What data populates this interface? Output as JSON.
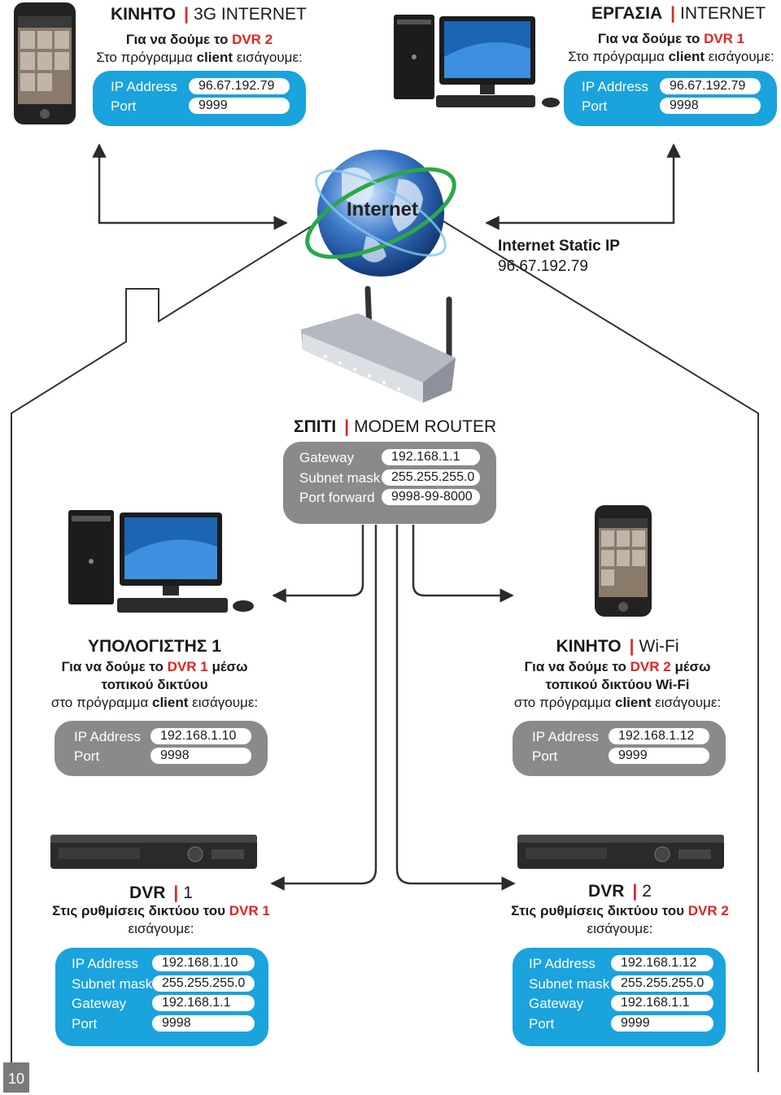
{
  "mobile_3g": {
    "title": "ΚΙΝΗΤΟ",
    "subtitle": "3G INTERNET",
    "line1_pre": "Για να δούμε το ",
    "line1_red": "DVR 2",
    "line2_pre": "Στο πρόγραμμα ",
    "line2_bold": "client",
    "line2_post": " εισάγουμε:",
    "ip_label": "IP Address",
    "ip_value": "96.67.192.79",
    "port_label": "Port",
    "port_value": "9999"
  },
  "work_internet": {
    "title": "ΕΡΓΑΣΙΑ",
    "subtitle": "INTERNET",
    "line1_pre": "Για να δούμε το ",
    "line1_red": "DVR 1",
    "line2_pre": "Στο πρόγραμμα ",
    "line2_bold": "client",
    "line2_post": " εισάγουμε:",
    "ip_label": "IP Address",
    "ip_value": "96.67.192.79",
    "port_label": "Port",
    "port_value": "9998"
  },
  "internet": {
    "globe_label": "Internet",
    "static_ip_label": "Internet Static IP",
    "static_ip_value": "96.67.192.79"
  },
  "router": {
    "title": "ΣΠΙΤΙ",
    "subtitle": "MODEM ROUTER",
    "gateway_label": "Gateway",
    "gateway_value": "192.168.1.1",
    "subnet_label": "Subnet mask",
    "subnet_value": "255.255.255.0",
    "port_forward_label": "Port forward",
    "port_forward_value": "9998-99-8000"
  },
  "computer1": {
    "title": "ΥΠΟΛΟΓΙΣΤΗΣ 1",
    "line1_pre": "Για να δούμε το ",
    "line1_red": "DVR 1",
    "line1_post": " μέσω",
    "line2": "τοπικού δικτύου",
    "line3_pre": "στο πρόγραμμα ",
    "line3_bold": "client",
    "line3_post": " εισάγουμε:",
    "ip_label": "IP Address",
    "ip_value": "192.168.1.10",
    "port_label": "Port",
    "port_value": "9998"
  },
  "mobile_wifi": {
    "title": "ΚΙΝΗΤΟ",
    "subtitle": "Wi-Fi",
    "line1_pre": "Για να δούμε το ",
    "line1_red": "DVR 2",
    "line1_post": " μέσω",
    "line2": "τοπικού δικτύου Wi-Fi",
    "line3_pre": "στο πρόγραμμα ",
    "line3_bold": "client",
    "line3_post": " εισάγουμε:",
    "ip_label": "IP Address",
    "ip_value": "192.168.1.12",
    "port_label": "Port",
    "port_value": "9999"
  },
  "dvr1": {
    "title": "DVR",
    "subtitle": "1",
    "line1_pre": "Στις ρυθμίσεις δικτύου του ",
    "line1_red": "DVR 1",
    "line2": "εισάγουμε:",
    "ip_label": "IP Address",
    "ip_value": "192.168.1.10",
    "subnet_label": "Subnet mask",
    "subnet_value": "255.255.255.0",
    "gateway_label": "Gateway",
    "gateway_value": "192.168.1.1",
    "port_label": "Port",
    "port_value": "9998"
  },
  "dvr2": {
    "title": "DVR",
    "subtitle": "2",
    "line1_pre": "Στις ρυθμίσεις δικτύου του ",
    "line1_red": "DVR 2",
    "line2": "εισάγουμε:",
    "ip_label": "IP Address",
    "ip_value": "192.168.1.12",
    "subnet_label": "Subnet mask",
    "subnet_value": "255.255.255.0",
    "gateway_label": "Gateway",
    "gateway_value": "192.168.1.1",
    "port_label": "Port",
    "port_value": "9999"
  },
  "page_number": "10",
  "colors": {
    "blue_box": "#1aa3dc",
    "gray_box": "#8a8a8d",
    "accent_red": "#e32322",
    "line": "#3a3a3a"
  }
}
